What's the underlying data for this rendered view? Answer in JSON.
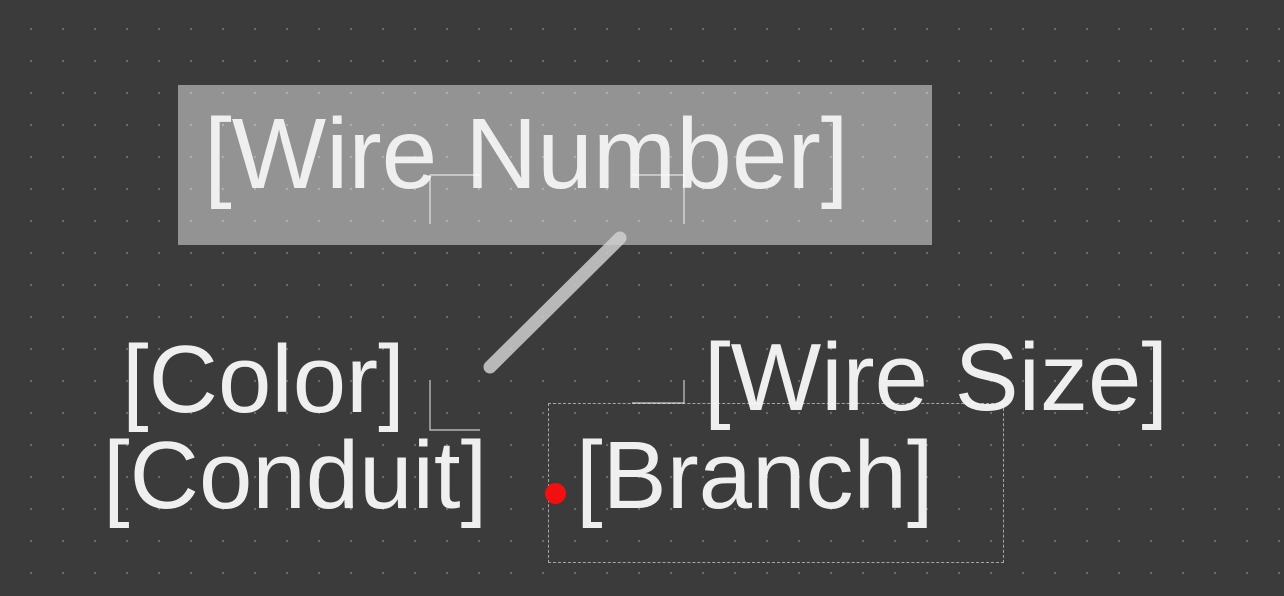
{
  "labels": {
    "wire_number": "[Wire Number]",
    "color": "[Color]",
    "wire_size": "[Wire Size]",
    "conduit": "[Conduit]",
    "branch": "[Branch]"
  },
  "colors": {
    "background": "#3b3b3b",
    "text": "#efefef",
    "highlight": "#a6a6a6",
    "anchor": "#f20f0f",
    "leader": "#cfcfcf"
  }
}
